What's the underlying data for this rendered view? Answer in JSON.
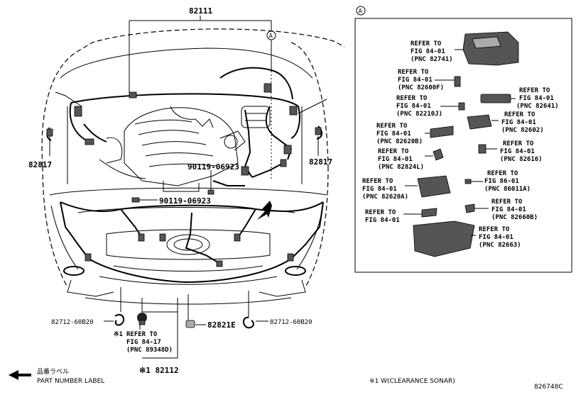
{
  "labels": {
    "main_wire": "82111",
    "wire_left": "82817",
    "wire_right": "82817",
    "clip_upper": "90119-06923",
    "clip_lower": "90119-06923",
    "clamp_left": "82712-60B20",
    "clamp_right": "82712-60B20",
    "plug": "82821E",
    "sonar_wire": "※1 82112",
    "callout": "A"
  },
  "sonar_ref": {
    "prefix": "※1",
    "line1": "REFER TO",
    "line2": "FIG 84-17",
    "line3": "(PNC 89348D)"
  },
  "inset": {
    "callout": "A",
    "refs": [
      {
        "l1": "REFER TO",
        "l2": "FIG 84-01",
        "l3": "(PNC 82741)"
      },
      {
        "l1": "REFER TO",
        "l2": "FIG 84-01",
        "l3": "(PNC 82600F)"
      },
      {
        "l1": "REFER TO",
        "l2": "FIG 84-01",
        "l3": "(PNC 82641)"
      },
      {
        "l1": "REFER TO",
        "l2": "FIG 84-01",
        "l3": "(PNC 82210J)"
      },
      {
        "l1": "REFER TO",
        "l2": "FIG 84-01",
        "l3": "(PNC 82602)"
      },
      {
        "l1": "REFER TO",
        "l2": "FIG 84-01",
        "l3": "(PNC 82620B)"
      },
      {
        "l1": "REFER TO",
        "l2": "FIG 84-01",
        "l3": "(PNC 82616)"
      },
      {
        "l1": "REFER TO",
        "l2": "FIG 84-01",
        "l3": "(PNC 82824L)"
      },
      {
        "l1": "REFER TO",
        "l2": "FIG 86-01",
        "l3": "(PNC 86011A)"
      },
      {
        "l1": "REFER TO",
        "l2": "FIG 84-01",
        "l3": "(PNC 82620A)"
      },
      {
        "l1": "REFER TO",
        "l2": "FIG 84-01",
        "l3": "(PNC 82660B)"
      },
      {
        "l1": "REFER TO",
        "l2": "FIG 84-01",
        "l3": ""
      },
      {
        "l1": "REFER TO",
        "l2": "FIG 84-01",
        "l3": "(PNC 82663)"
      }
    ]
  },
  "legend": {
    "jp": "品番ラベル",
    "en": "PART NUMBER LABEL"
  },
  "footnote": "※1 W(CLEARANCE SONAR)",
  "figure_id": "826748C"
}
